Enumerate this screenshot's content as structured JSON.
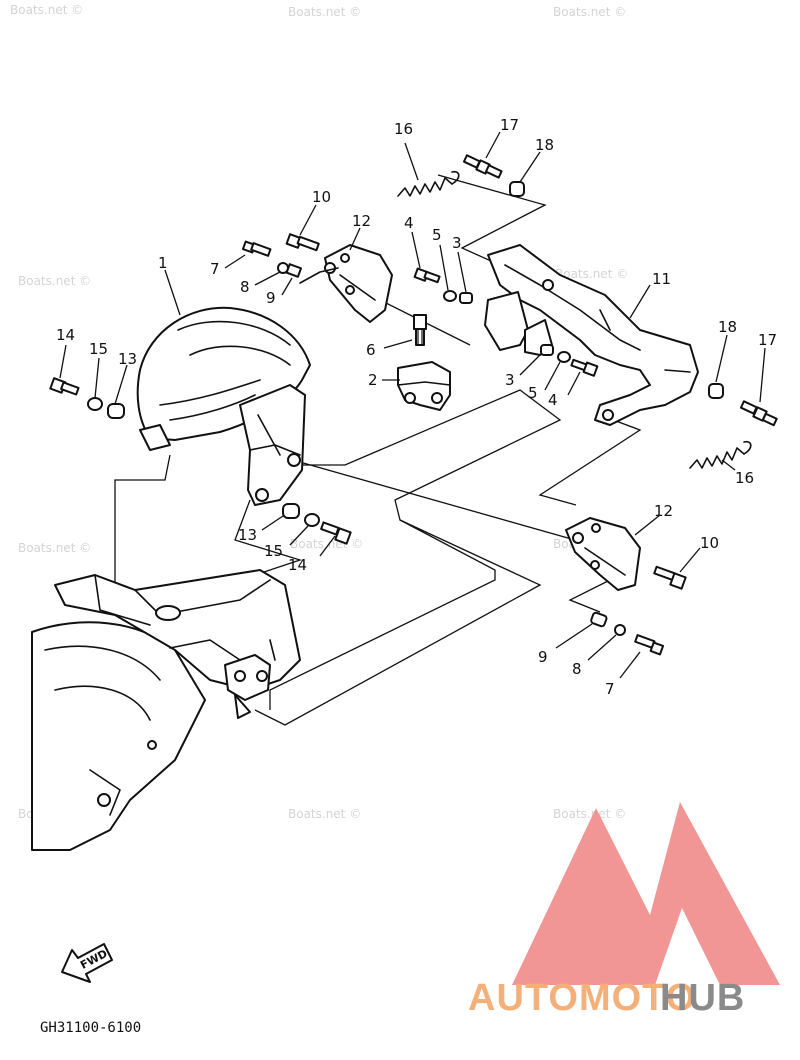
{
  "watermark": "Boats.net ©",
  "diagram_code": "GH31100-6100",
  "fwd_label": "FWD",
  "brand": {
    "part1": "AUTOMOTO",
    "part2": "HUB",
    "color1": "#f5b07a",
    "color2": "#8a8a8a",
    "logo_color": "#f08a8a"
  },
  "callouts": {
    "c1": "1",
    "c2": "2",
    "c3a": "3",
    "c3b": "3",
    "c4a": "4",
    "c4b": "4",
    "c5a": "5",
    "c5b": "5",
    "c6": "6",
    "c7a": "7",
    "c7b": "7",
    "c8a": "8",
    "c8b": "8",
    "c9a": "9",
    "c9b": "9",
    "c10a": "10",
    "c10b": "10",
    "c11": "11",
    "c12a": "12",
    "c12b": "12",
    "c13a": "13",
    "c13b": "13",
    "c14a": "14",
    "c14b": "14",
    "c15a": "15",
    "c15b": "15",
    "c16a": "16",
    "c16b": "16",
    "c17a": "17",
    "c17b": "17",
    "c18a": "18",
    "c18b": "18"
  }
}
